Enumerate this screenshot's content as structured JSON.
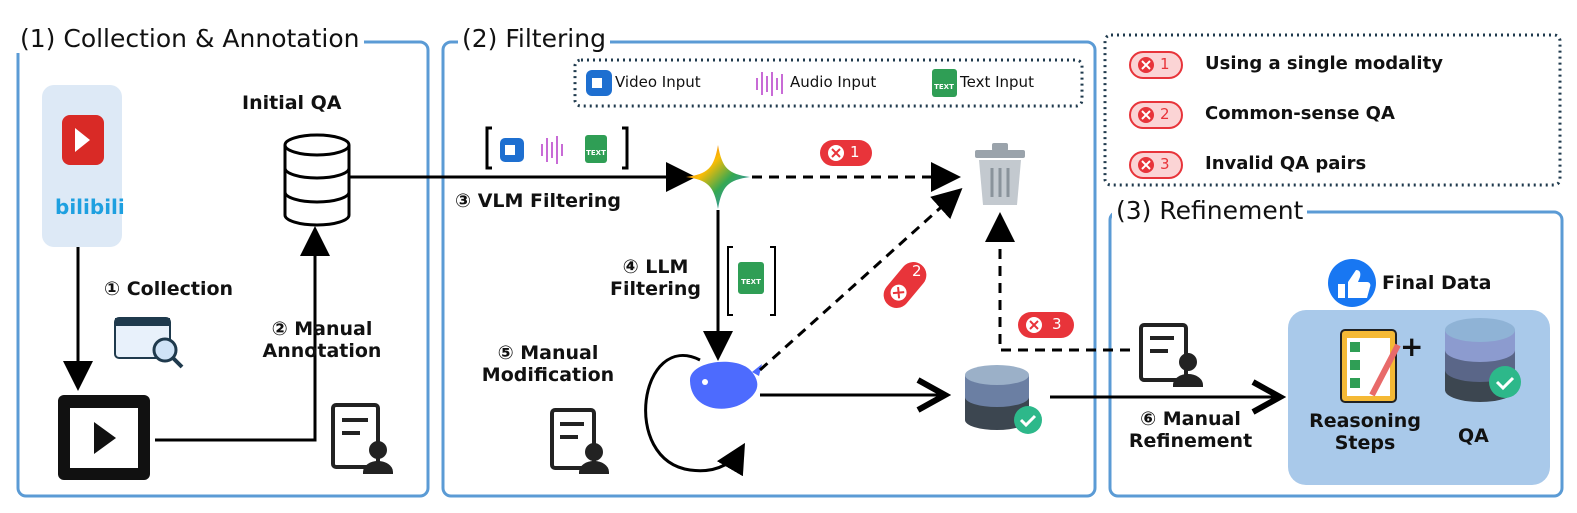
{
  "sections": {
    "collection": {
      "title": "(1) Collection & Annotation",
      "initial_qa": "Initial QA",
      "step1": "① Collection",
      "step2_line1": "② Manual",
      "step2_line2": "Annotation",
      "platform_logo": "bilibili"
    },
    "filtering": {
      "title": "(2) Filtering",
      "step3": "③ VLM Filtering",
      "step4_line1": "④ LLM",
      "step4_line2": "Filtering",
      "step5_line1": "⑤ Manual",
      "step5_line2": "Modification",
      "legend": [
        {
          "icon": "video-icon",
          "label": "Video Input"
        },
        {
          "icon": "audio-icon",
          "label": "Audio Input"
        },
        {
          "icon": "text-icon",
          "label": "Text Input"
        }
      ],
      "badges": [
        "1",
        "2",
        "3"
      ]
    },
    "refinement": {
      "title": "(3) Refinement",
      "step6_line1": "⑥ Manual",
      "step6_line2": "Refinement",
      "final_data": "Final Data",
      "reasoning_line1": "Reasoning",
      "reasoning_line2": "Steps",
      "plus": "+",
      "qa": "QA"
    }
  },
  "reject_legend": [
    {
      "badge": "1",
      "label": "Using a single modality"
    },
    {
      "badge": "2",
      "label": "Common-sense QA"
    },
    {
      "badge": "3",
      "label": "Invalid QA pairs"
    }
  ],
  "colors": {
    "frame": "#5b9bd5",
    "reject": "#e8343a",
    "final_box": "#a9c9ea",
    "tile": "#dde9f6"
  }
}
